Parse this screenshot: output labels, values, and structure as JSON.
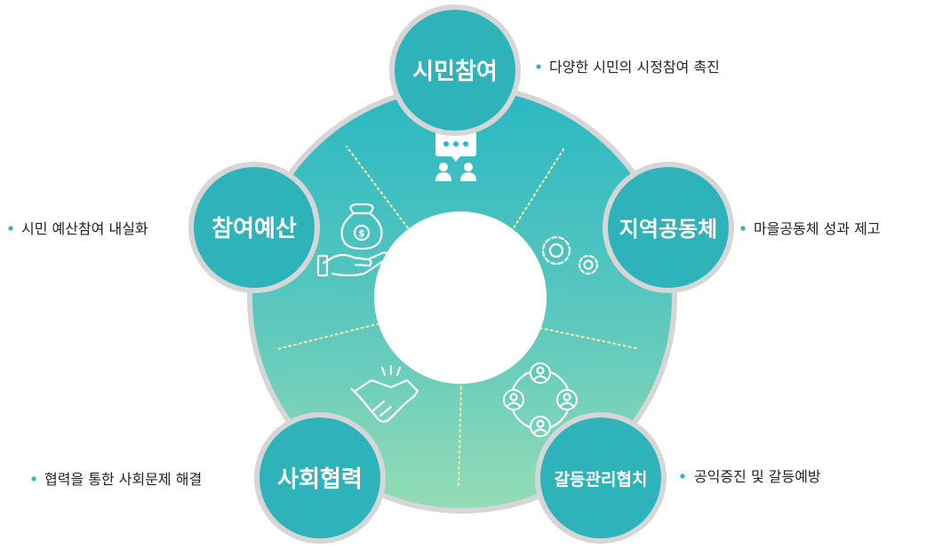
{
  "diagram": {
    "nodes": [
      {
        "label": "시민참여",
        "description": "다양한 시민의 시정참여 촉진",
        "icon": "chat-people-icon"
      },
      {
        "label": "지역공동체",
        "description": "마을공동체 성과 제고",
        "icon": "gears-icon"
      },
      {
        "label": "갈등관리협치",
        "description": "공익증진 및 갈등예방",
        "icon": "network-people-icon"
      },
      {
        "label": "사회협력",
        "description": "협력을 통한 사회문제 해결",
        "icon": "handshake-icon"
      },
      {
        "label": "참여예산",
        "description": "시민 예산참여 내실화",
        "icon": "money-bag-hand-icon"
      }
    ],
    "colors": {
      "ring_top": "#2ab8c2",
      "ring_bottom": "#8fd9b6",
      "node_fill": "#2fb3bb",
      "outline": "#d4d4d4",
      "divider": "#e8e5a8",
      "bullet": "#2fb5bd"
    }
  }
}
